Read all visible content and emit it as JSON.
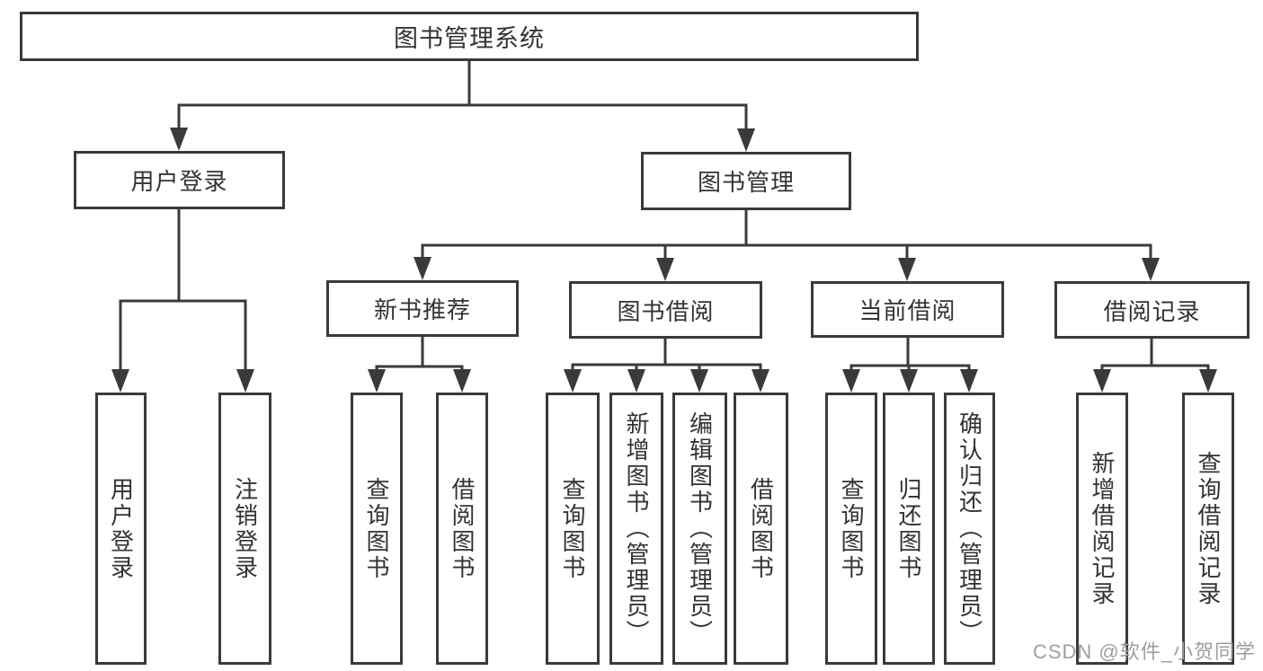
{
  "diagram": {
    "root": {
      "label": "图书管理系统"
    },
    "user_login": {
      "label": "用户登录",
      "children": [
        {
          "label": "用户登录"
        },
        {
          "label": "注销登录"
        }
      ]
    },
    "book_management": {
      "label": "图书管理",
      "children": [
        {
          "label": "新书推荐",
          "children": [
            {
              "label": "查询图书"
            },
            {
              "label": "借阅图书"
            }
          ]
        },
        {
          "label": "图书借阅",
          "children": [
            {
              "label": "查询图书"
            },
            {
              "label": "新增图书（管理员）"
            },
            {
              "label": "编辑图书（管理员）"
            },
            {
              "label": "借阅图书"
            }
          ]
        },
        {
          "label": "当前借阅",
          "children": [
            {
              "label": "查询图书"
            },
            {
              "label": "归还图书"
            },
            {
              "label": "确认归还（管理员）"
            }
          ]
        },
        {
          "label": "借阅记录",
          "children": [
            {
              "label": "新增借阅记录"
            },
            {
              "label": "查询借阅记录"
            }
          ]
        }
      ]
    }
  },
  "watermark": {
    "text": "CSDN @软件_小贺同学"
  },
  "colors": {
    "line": "#3a3a3a",
    "text": "#333333",
    "box_background": "#ffffff",
    "watermark": "#9e9e9e",
    "background": "#ffffff"
  }
}
